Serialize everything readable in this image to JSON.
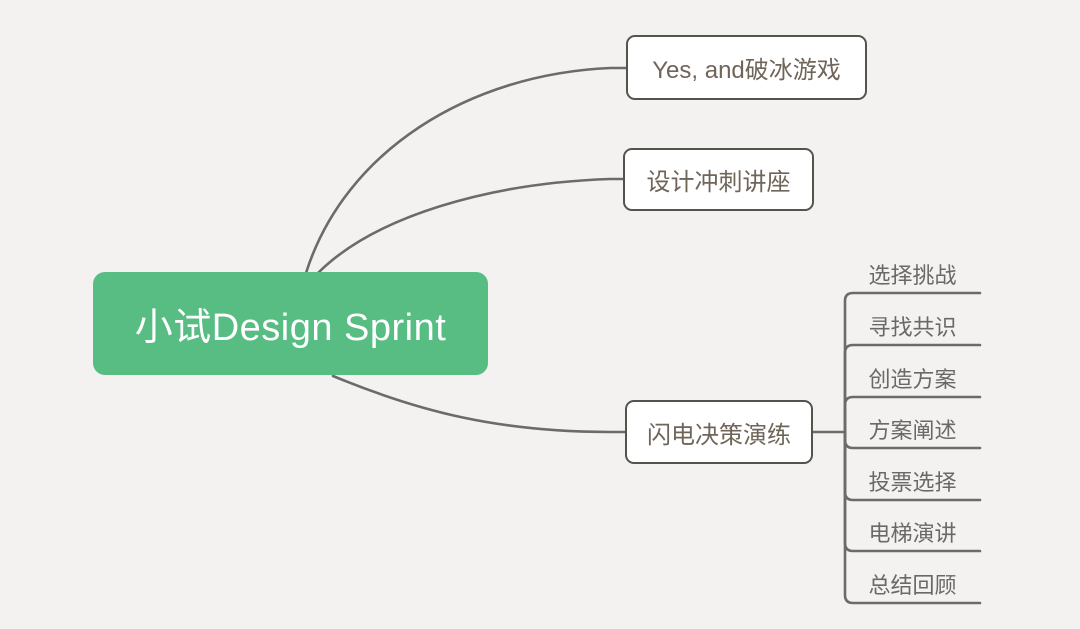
{
  "app": "mind-map",
  "colors": {
    "canvas-bg": "#f3f2f0",
    "root-bg": "#57bd83",
    "root-text": "#ffffff",
    "branch-line": "#6b6b6b",
    "node-border": "#55534e",
    "node-bg": "#ffffff",
    "node-text": "#6f6559",
    "subtopic-text": "#696969"
  },
  "root": {
    "label": "小试Design Sprint"
  },
  "children": [
    {
      "label": "Yes, and破冰游戏"
    },
    {
      "label": "设计冲刺讲座"
    },
    {
      "label": "闪电决策演练",
      "subtopics": [
        {
          "label": "选择挑战"
        },
        {
          "label": "寻找共识"
        },
        {
          "label": "创造方案"
        },
        {
          "label": "方案阐述"
        },
        {
          "label": "投票选择"
        },
        {
          "label": "电梯演讲"
        },
        {
          "label": "总结回顾"
        }
      ]
    }
  ]
}
